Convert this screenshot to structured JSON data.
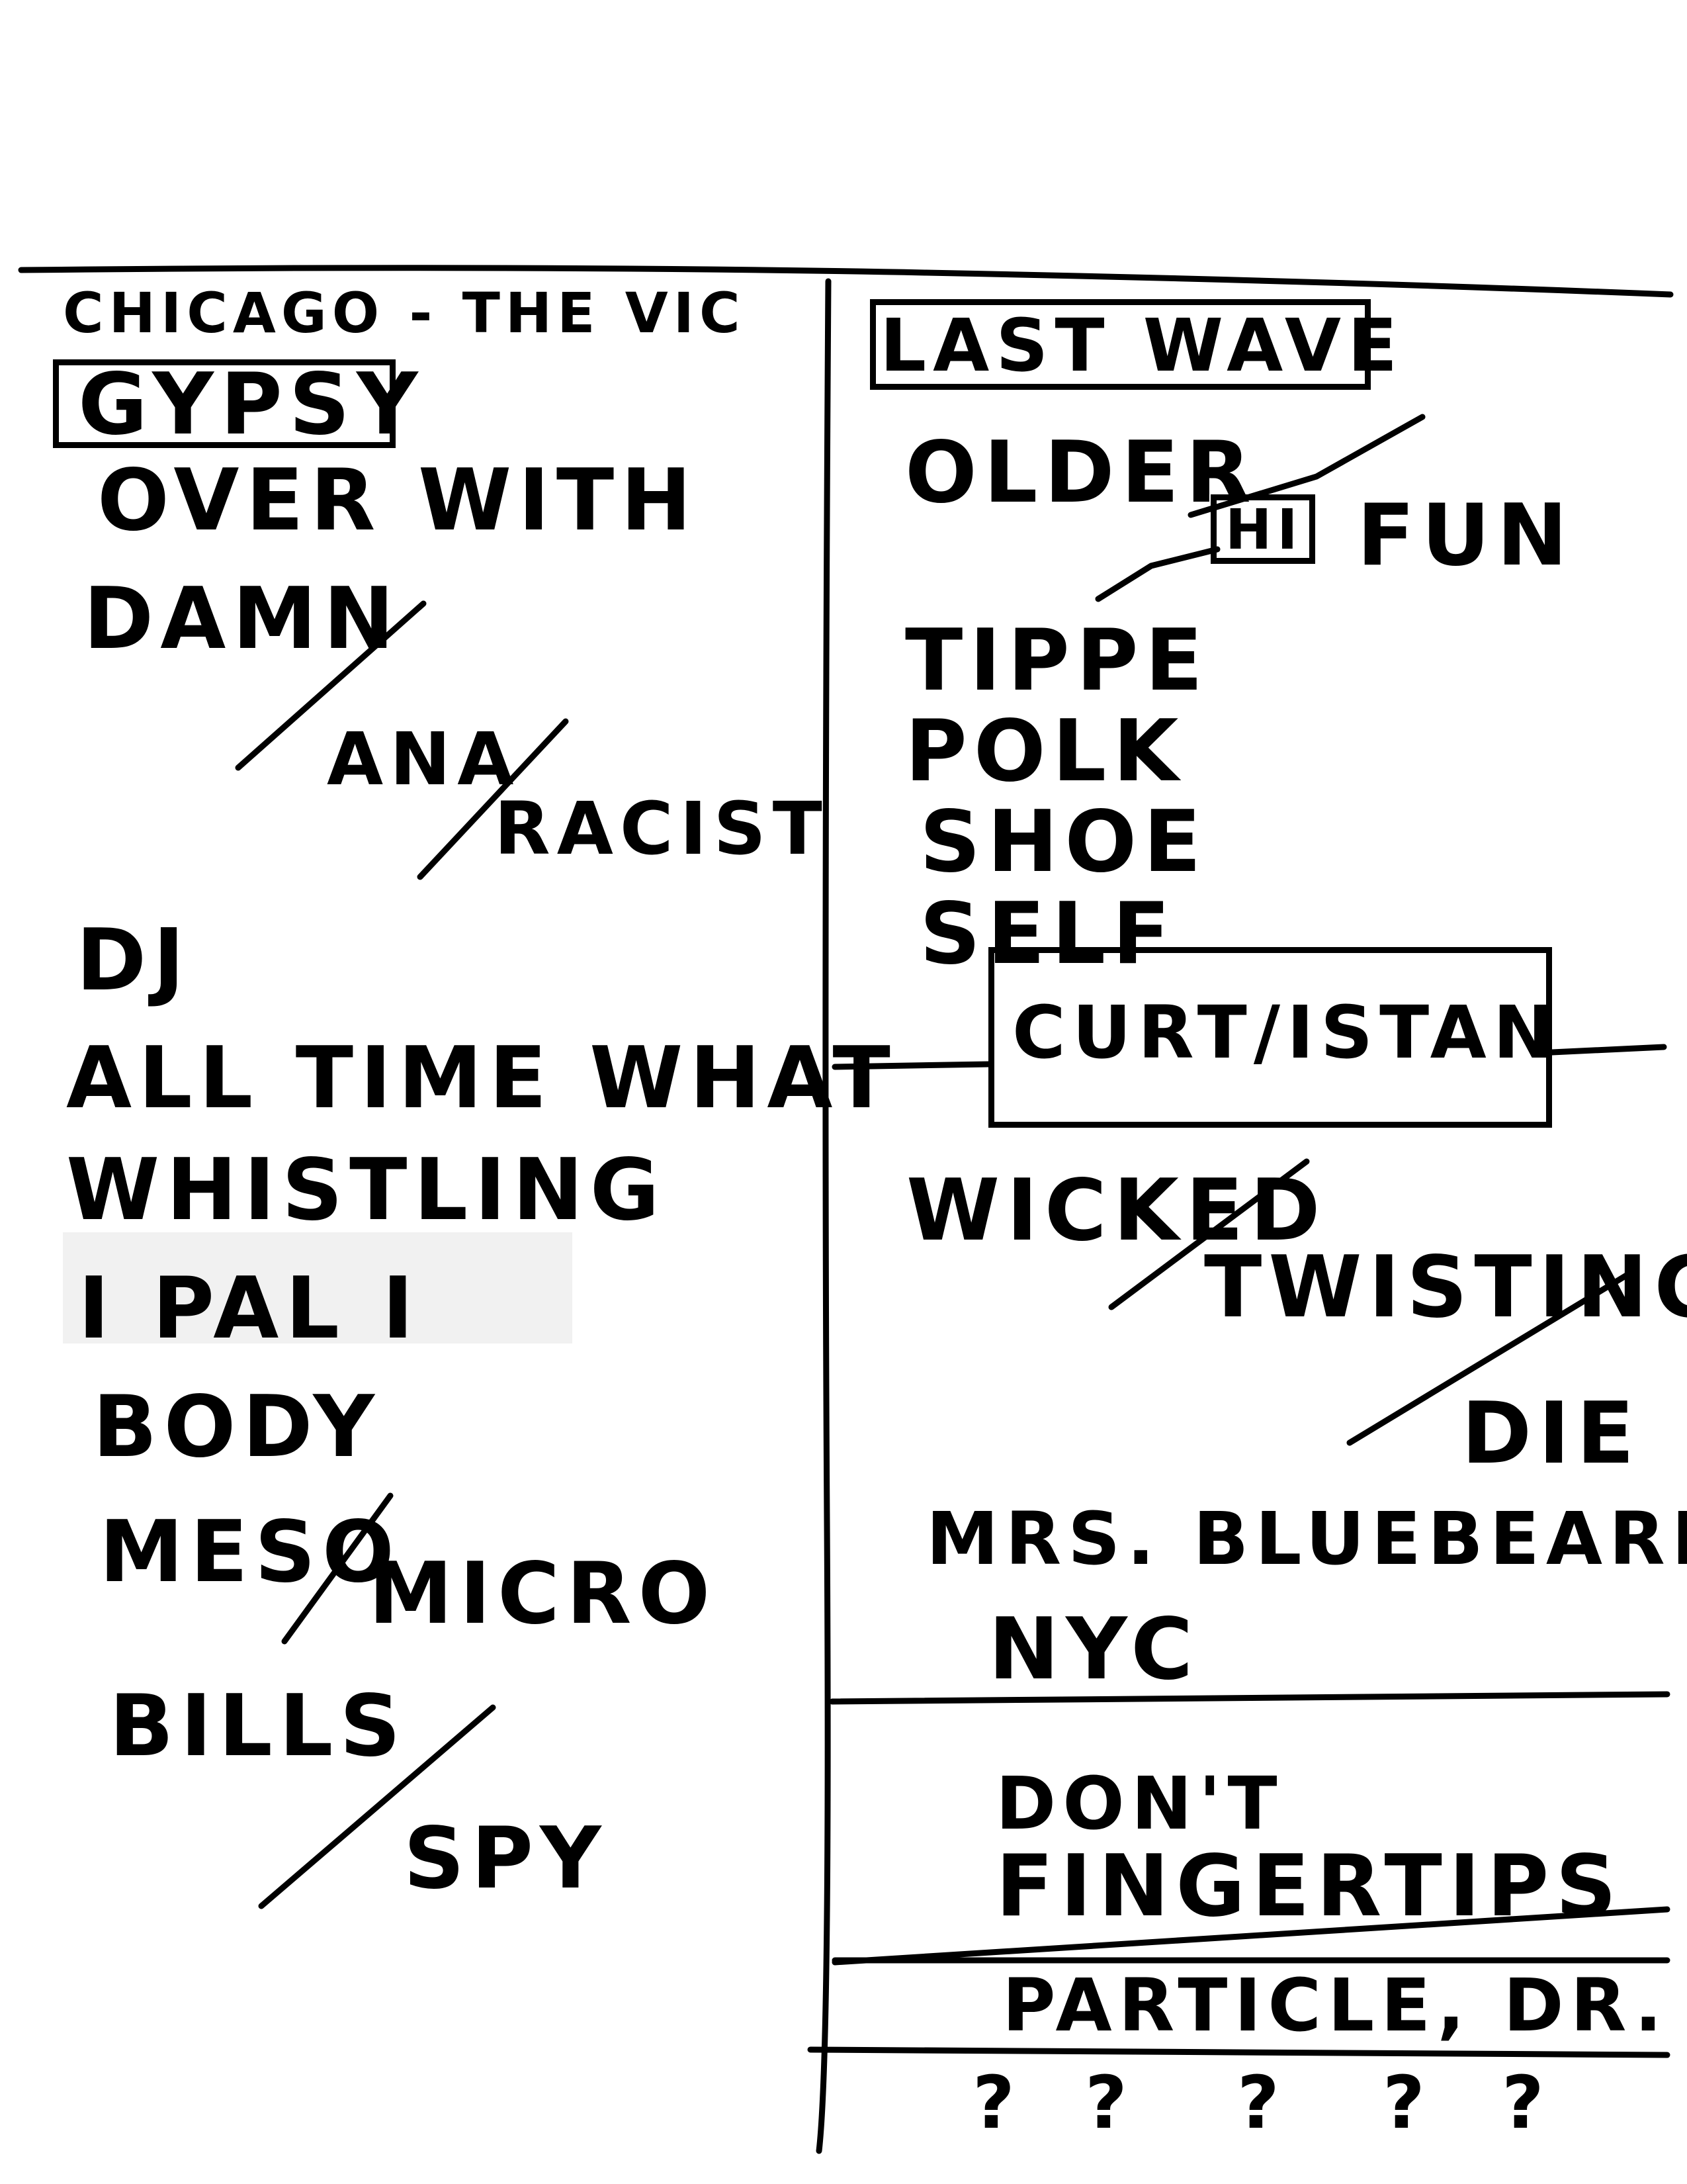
{
  "header": {
    "venue": "CHICAGO - THE VIC"
  },
  "left_column": {
    "opener": "GYPSY",
    "songs": [
      "OVER WITH",
      "DAMN",
      "ANA",
      "RACIST",
      "DJ",
      "ALL TIME WHAT",
      "WHISTLING",
      "I PAL I",
      "BODY",
      "MESO",
      "MICRO",
      "BILLS",
      "SPY"
    ]
  },
  "right_column": {
    "set_heading": "LAST WAVE",
    "songs": [
      "OLDER",
      "HI",
      "FUN",
      "TIPPE",
      "POLK",
      "SHOE",
      "SELF",
      "CURT/ISTAN",
      "WICKED",
      "TWISTING",
      "DIE",
      "MRS. BLUEBEARD",
      "NYC"
    ],
    "encore_1": [
      "DON'T",
      "FINGERTIPS"
    ],
    "encore_2": [
      "PARTICLE, DR. W"
    ],
    "encore_3": [
      "?",
      "?",
      "?",
      "?",
      "?"
    ]
  }
}
